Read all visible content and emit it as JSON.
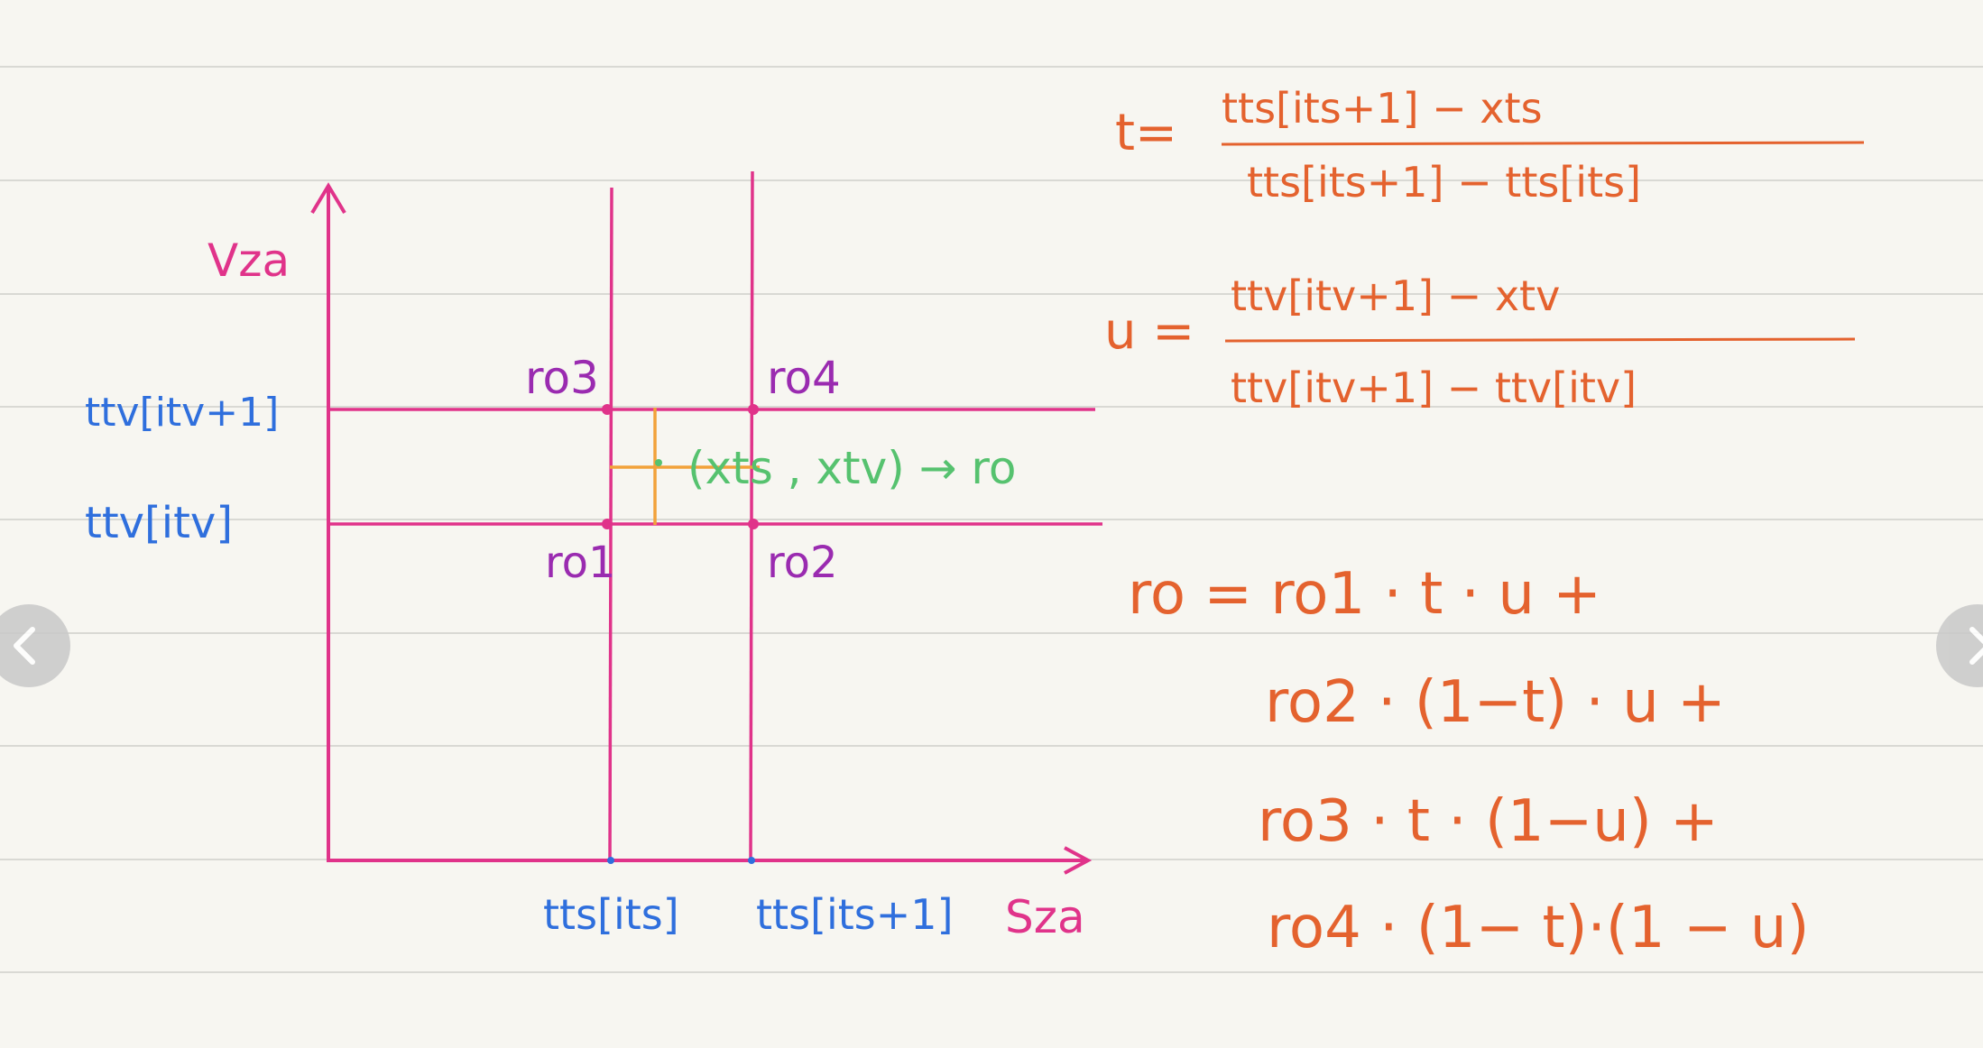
{
  "colors": {
    "paper": "#f7f6f1",
    "ruled_line": "#d9d9d4",
    "axis": "#e0338a",
    "grid_line": "#e0338a",
    "ro_label": "#9a2bb0",
    "tick_label": "#2f6fdd",
    "point": "#f2a23a",
    "point_label": "#56c26f",
    "formula": "#e4622e"
  },
  "diagram": {
    "y_axis_label": "Vza",
    "x_axis_label": "Sza",
    "y_ticks": {
      "upper": "ttv[itv+1]",
      "lower": "ttv[itv]"
    },
    "x_ticks": {
      "left": "tts[its]",
      "right": "tts[its+1]"
    },
    "corners": {
      "ro1": "ro1",
      "ro2": "ro2",
      "ro3": "ro3",
      "ro4": "ro4"
    },
    "point_label": "(xts , xtv) → ro"
  },
  "formulas": {
    "t_lhs": "t=",
    "t_num": "tts[its+1] −  xts",
    "t_den": "tts[its+1] − tts[its]",
    "u_lhs": "u  =",
    "u_num": "ttv[itv+1]  − xtv",
    "u_den": "ttv[itv+1] − ttv[itv]",
    "ro_line1": "ro = ro1 · t · u  +",
    "ro_line2": "ro2 · (1−t) · u  +",
    "ro_line3": "ro3 ·  t · (1−u) +",
    "ro_line4": "ro4 · (1− t)·(1 − u)"
  },
  "nav": {
    "prev_icon": "chevron-left-icon",
    "next_icon": "chevron-right-icon"
  }
}
